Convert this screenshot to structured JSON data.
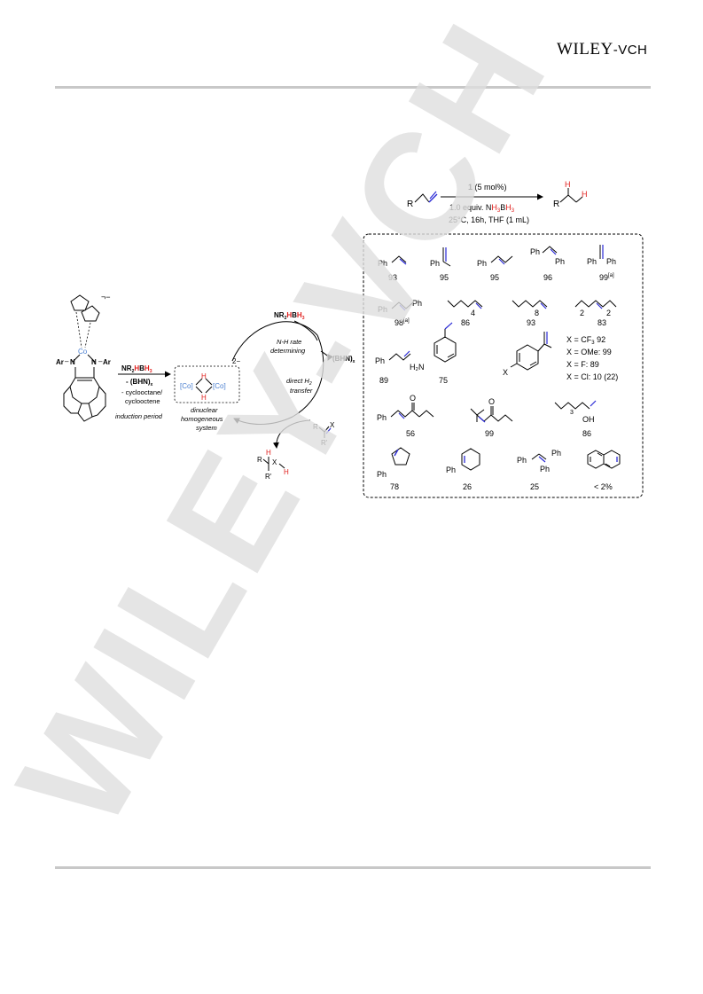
{
  "header": {
    "brand_main": "WILEY",
    "brand_suffix": "-VCH"
  },
  "watermark": "WILEY-VCH",
  "reaction": {
    "catalyst": "1",
    "catalyst_loading": "(5 mol%)",
    "reagent_prefix": "1.0 equiv. N",
    "reagent_h3": "H",
    "reagent_sub3": "3",
    "reagent_b": "B",
    "reagent_h3b": "H",
    "reagent_sub3b": "3",
    "conditions": "25°C, 16h, THF (1 mL)",
    "substrate_r": "R",
    "product_r": "R",
    "product_h": "H"
  },
  "cycle": {
    "complex_ar_left": "Ar",
    "complex_ar_right": "Ar",
    "complex_n": "N",
    "complex_co": "Co",
    "complex_charge": "¬−",
    "reagent_top": "NR₂HBH₃",
    "reagent_arrow": "NR",
    "reagent_arrow_sub": "2",
    "reagent_arrow_h": "H",
    "reagent_arrow_b": "B",
    "reagent_arrow_h3": "H",
    "reagent_arrow_sub3": "3",
    "minus_bhn": "- (BHN)",
    "minus_bhn_sub": "x",
    "cyclooctane": "- cyclooctane/",
    "cyclooctene": "cyclooctene",
    "induction": "induction period",
    "dinuclear_co": "Co",
    "dinuclear_h": "H",
    "dinuclear_charge": "2−",
    "dinuclear_label1": "dinuclear",
    "dinuclear_label2": "homogeneous",
    "dinuclear_label3": "system",
    "nh_rate1": "N-H rate",
    "nh_rate2": "determining",
    "bhn_out": "(BHN)",
    "bhn_out_sub": "x",
    "direct_h2_1": "direct H",
    "direct_h2_sub": "2",
    "direct_h2_2": "transfer",
    "sub_r": "R",
    "sub_rprime": "R'",
    "sub_x": "X",
    "prod_r": "R",
    "prod_rprime": "R'",
    "prod_x": "X",
    "prod_h": "H"
  },
  "scope": {
    "items": [
      {
        "label": "Ph",
        "yield": "93"
      },
      {
        "label": "Ph",
        "yield": "95"
      },
      {
        "label": "Ph",
        "yield": "95"
      },
      {
        "label": "Ph",
        "label2": "Ph",
        "yield": "96"
      },
      {
        "label": "Ph",
        "label2": "Ph",
        "yield": "99",
        "note": "[a]"
      },
      {
        "label": "Ph",
        "label2": "Ph",
        "yield": "98",
        "note": "[a]"
      },
      {
        "label": "4",
        "yield": "86"
      },
      {
        "label": "8",
        "yield": "93"
      },
      {
        "label": "2",
        "label2": "2",
        "yield": "83"
      },
      {
        "label": "Ph",
        "yield": "89"
      },
      {
        "label": "H₂N",
        "yield": "75"
      },
      {
        "label": "X"
      },
      {
        "label": "Ph",
        "yield": "56"
      },
      {
        "label": "O",
        "yield": "99"
      },
      {
        "label": "3",
        "label2": "OH",
        "yield": "86"
      },
      {
        "label": "Ph",
        "yield": "78"
      },
      {
        "label": "Ph",
        "yield": "26"
      },
      {
        "label": "Ph",
        "label2": "Ph",
        "label3": "Ph",
        "yield": "25"
      },
      {
        "yield": "< 2%"
      }
    ],
    "x_list": {
      "cf3_prefix": "X = CF",
      "cf3_sub": "3",
      "cf3_val": " 92",
      "ome": "X = OMe: 99",
      "f": "X = F: 89",
      "cl": "X = Cl: 10 (22)"
    }
  },
  "colors": {
    "blue": "#2a2ad6",
    "red": "#e0201e",
    "co_blue": "#4a7fd0",
    "rule": "#c8c8c8",
    "watermark": "#dedede"
  }
}
